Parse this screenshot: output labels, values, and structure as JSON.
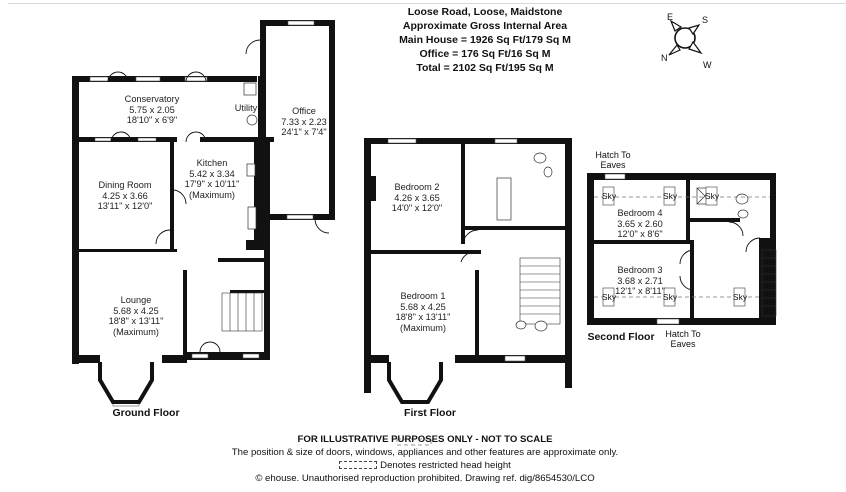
{
  "header": {
    "address": "Loose Road, Loose, Maidstone",
    "subtitle": "Approximate Gross Internal Area",
    "main_house": "Main House = 1926 Sq Ft/179 Sq M",
    "office": "Office = 176 Sq Ft/16 Sq M",
    "total": "Total = 2102 Sq Ft/195 Sq M"
  },
  "compass": {
    "n": "N",
    "e": "E",
    "s": "S",
    "w": "W",
    "icon": "compass-rose-icon"
  },
  "ground_floor": {
    "label": "Ground Floor",
    "rooms": {
      "conservatory": {
        "name": "Conservatory",
        "metric": "5.75 x 2.05",
        "imperial": "18'10\" x 6'9\""
      },
      "utility": {
        "name": "Utility"
      },
      "office": {
        "name": "Office",
        "metric": "7.33 x 2.23",
        "imperial": "24'1\" x 7'4\""
      },
      "dining": {
        "name": "Dining Room",
        "metric": "4.25 x 3.66",
        "imperial": "13'11\" x 12'0\""
      },
      "kitchen": {
        "name": "Kitchen",
        "metric": "5.42 x 3.34",
        "imperial": "17'9\" x 10'11\"",
        "note": "(Maximum)"
      },
      "lounge": {
        "name": "Lounge",
        "metric": "5.68 x 4.25",
        "imperial": "18'8\" x 13'11\"",
        "note": "(Maximum)"
      }
    }
  },
  "first_floor": {
    "label": "First Floor",
    "rooms": {
      "bedroom2": {
        "name": "Bedroom 2",
        "metric": "4.26 x 3.65",
        "imperial": "14'0\" x 12'0\""
      },
      "bedroom1": {
        "name": "Bedroom 1",
        "metric": "5.68 x 4.25",
        "imperial": "18'8\" x 13'11\"",
        "note": "(Maximum)"
      }
    }
  },
  "second_floor": {
    "label": "Second Floor",
    "hatch_top": {
      "line1": "Hatch To",
      "line2": "Eaves"
    },
    "hatch_bottom": {
      "line1": "Hatch To",
      "line2": "Eaves"
    },
    "sky_label": "Sky",
    "rooms": {
      "bedroom4": {
        "name": "Bedroom 4",
        "metric": "3.65 x 2.60",
        "imperial": "12'0\" x 8'6\""
      },
      "bedroom3": {
        "name": "Bedroom 3",
        "metric": "3.68 x 2.71",
        "imperial": "12'1\" x 8'11\""
      }
    }
  },
  "footer": {
    "disclaimer": "FOR ILLUSTRATIVE PURPOSES ONLY - NOT TO SCALE",
    "note": "The position & size of doors, windows, appliances and other features are approximate only.",
    "legend": "Denotes restricted head height",
    "copyright": "© ehouse. Unauthorised reproduction prohibited. Drawing ref. dig/8654530/LCO"
  }
}
